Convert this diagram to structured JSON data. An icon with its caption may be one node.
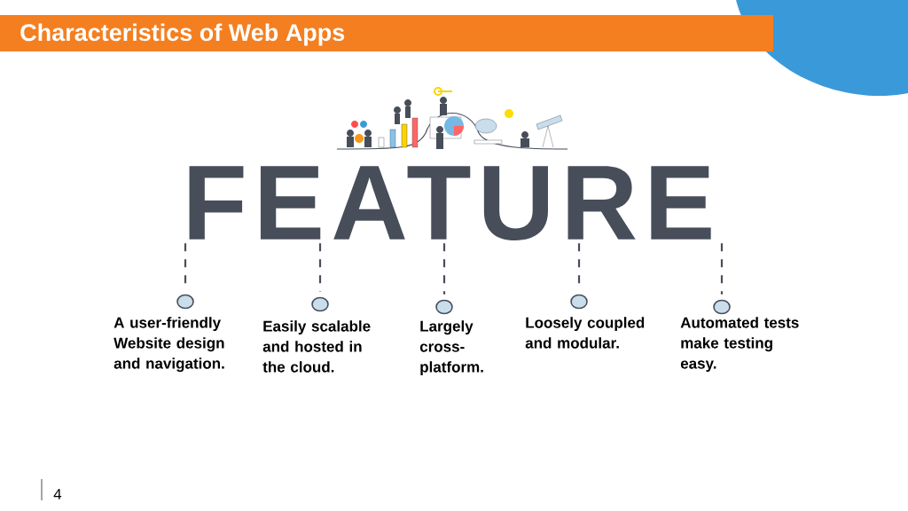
{
  "diagram": {
    "title": "Characteristics of Web Apps",
    "nodes": [
      {
        "text": [
          "FEATURE"
        ]
      },
      {
        "text": [],
        "shape": "circle",
        "beside": [
          "A user-friendly Website design and navigation."
        ]
      },
      {
        "text": [],
        "shape": "circle",
        "beside": [
          "Easily scalable and hosted in the cloud."
        ]
      },
      {
        "text": [],
        "shape": "circle",
        "beside": [
          "Largely cross-platform."
        ]
      },
      {
        "text": [],
        "shape": "circle",
        "beside": [
          "Loosely coupled and modular."
        ]
      },
      {
        "text": [],
        "shape": "circle",
        "beside": [
          "Automated tests make testing easy."
        ]
      }
    ],
    "edges": [
      {
        "from": 0,
        "to": 1,
        "arrow": "none",
        "style": "dashed"
      },
      {
        "from": 0,
        "to": 2,
        "arrow": "none",
        "style": "dashed"
      },
      {
        "from": 0,
        "to": 3,
        "arrow": "none",
        "style": "dashed"
      },
      {
        "from": 0,
        "to": 4,
        "arrow": "none",
        "style": "dashed"
      },
      {
        "from": 0,
        "to": 5,
        "arrow": "none",
        "style": "dashed"
      }
    ],
    "labels": [
      "4"
    ]
  }
}
